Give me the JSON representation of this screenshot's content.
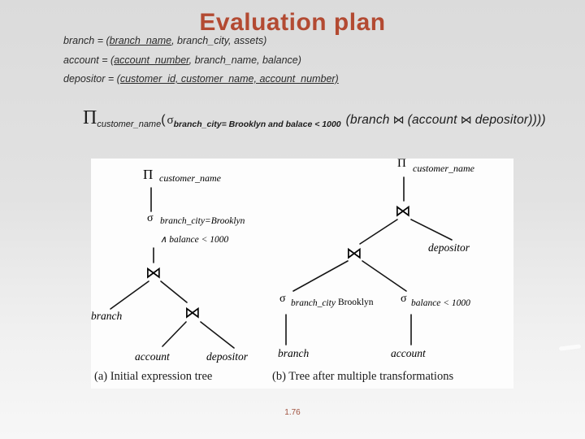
{
  "slide": {
    "title": "Evaluation plan",
    "page_number": "1.76"
  },
  "colors": {
    "title": "#b34a32",
    "page_number": "#a0523f",
    "background_top": "#dbdbdb",
    "background_bottom": "#f7f7f7",
    "panel": "#fdfdfd",
    "ink": "#000000"
  },
  "schemas": [
    {
      "prefix": "branch = (",
      "underlined": "branch_name",
      "suffix": ", branch_city, assets)"
    },
    {
      "prefix": "account = (",
      "underlined": "account_number",
      "suffix": ", branch_name, balance)"
    },
    {
      "prefix": "depositor = (",
      "underlined": "customer_id, customer_name, account_number)",
      "suffix": ""
    }
  ],
  "expression": {
    "pi": "Π",
    "pi_sub": "customer_name",
    "open_paren": "(",
    "sigma": "σ",
    "sigma_sub": "branch_city= Brooklyn and balace < 1000",
    "seg1": "(branch",
    "join1": "⋈",
    "seg2": "(account",
    "join2": "⋈",
    "seg3": "depositor))))"
  },
  "tree_a": {
    "pi": "Π",
    "pi_sub": "customer_name",
    "sigma": "σ",
    "sigma_sub_line1": "branch_city=Brooklyn",
    "sigma_sub_line2": "∧ balance < 1000",
    "join_top": "⋈",
    "join_bottom": "⋈",
    "leaf_branch": "branch",
    "leaf_account": "account",
    "leaf_depositor": "depositor",
    "caption": "(a) Initial expression tree"
  },
  "tree_b": {
    "pi": "Π",
    "pi_sub": "customer_name",
    "join_top": "⋈",
    "join_left": "⋈",
    "sigma1": "σ",
    "sigma1_sub": "branch_city",
    "sigma1_value": "Brooklyn",
    "sigma2": "σ",
    "sigma2_sub": "balance < 1000",
    "leaf_depositor": "depositor",
    "leaf_branch": "branch",
    "leaf_account": "account",
    "caption": "(b) Tree after multiple transformations"
  }
}
